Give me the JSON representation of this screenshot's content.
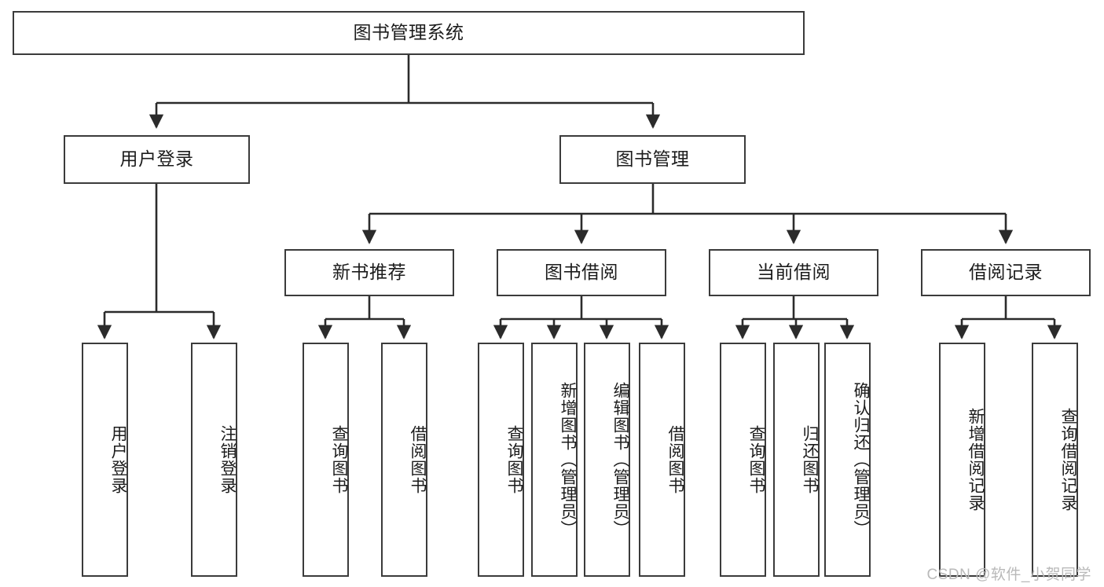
{
  "diagram": {
    "type": "tree",
    "title": "图书管理系统",
    "root": {
      "label": "图书管理系统"
    },
    "level2": [
      {
        "label": "用户登录"
      },
      {
        "label": "图书管理"
      }
    ],
    "level3": [
      {
        "label": "新书推荐"
      },
      {
        "label": "图书借阅"
      },
      {
        "label": "当前借阅"
      },
      {
        "label": "借阅记录"
      }
    ],
    "leaves": {
      "user_login": [
        {
          "label": "用户登录"
        },
        {
          "label": "注销登录"
        }
      ],
      "new_book_recommend": [
        {
          "label": "查询图书"
        },
        {
          "label": "借阅图书"
        }
      ],
      "book_borrow": [
        {
          "label": "查询图书"
        },
        {
          "label": "新增图书（管理员）"
        },
        {
          "label": "编辑图书（管理员）"
        },
        {
          "label": "借阅图书"
        }
      ],
      "current_borrow": [
        {
          "label": "查询图书"
        },
        {
          "label": "归还图书"
        },
        {
          "label": "确认归还（管理员）"
        }
      ],
      "borrow_record": [
        {
          "label": "新增借阅记录"
        },
        {
          "label": "查询借阅记录"
        }
      ]
    }
  },
  "watermark": {
    "text": "CSDN @软件_小贺同学"
  },
  "colors": {
    "box_border": "#3b3b3b",
    "edge": "#2b2b2b",
    "background": "#ffffff",
    "text": "#1c1c1c",
    "watermark": "#b9b9b9"
  }
}
